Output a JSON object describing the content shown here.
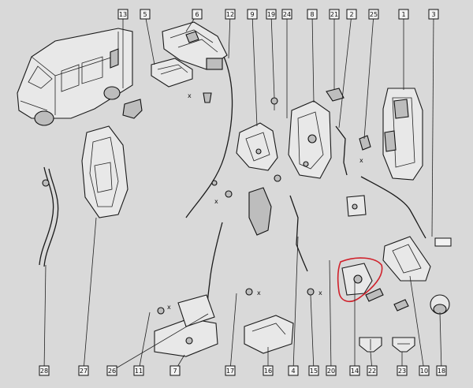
{
  "diagram": {
    "top_callouts": [
      "13",
      "5",
      "6",
      "12",
      "9",
      "19",
      "24",
      "8",
      "21",
      "2",
      "25",
      "1",
      "3"
    ],
    "bottom_callouts": [
      "28",
      "27",
      "26",
      "11",
      "7",
      "17",
      "16",
      "4",
      "15",
      "20",
      "14",
      "22",
      "23",
      "10",
      "18"
    ],
    "marker_x": "x",
    "colors": {
      "background": "#d9d9d9",
      "line": "#1a1a1a",
      "highlight": "#d0202a"
    }
  }
}
